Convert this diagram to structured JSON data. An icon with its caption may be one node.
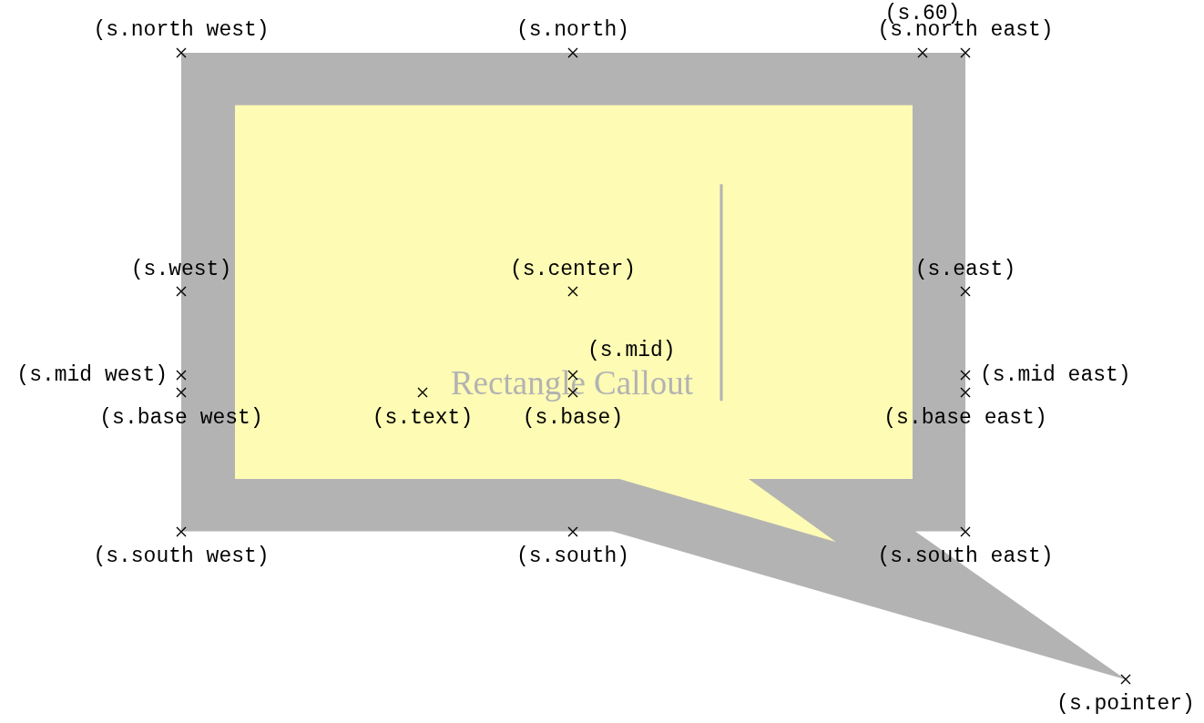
{
  "diagram": {
    "nodes": [
      {
        "text": [
          "Rectangle Callout"
        ]
      }
    ],
    "labels": [
      "(s.north west)",
      "(s.north)",
      "(s.60)",
      "(s.north east)",
      "(s.west)",
      "(s.center)",
      "(s.east)",
      "(s.mid west)",
      "(s.mid)",
      "(s.mid east)",
      "(s.base west)",
      "(s.text)",
      "(s.base)",
      "(s.base east)",
      "(s.south west)",
      "(s.south)",
      "(s.south east)",
      "(s.pointer)"
    ]
  }
}
